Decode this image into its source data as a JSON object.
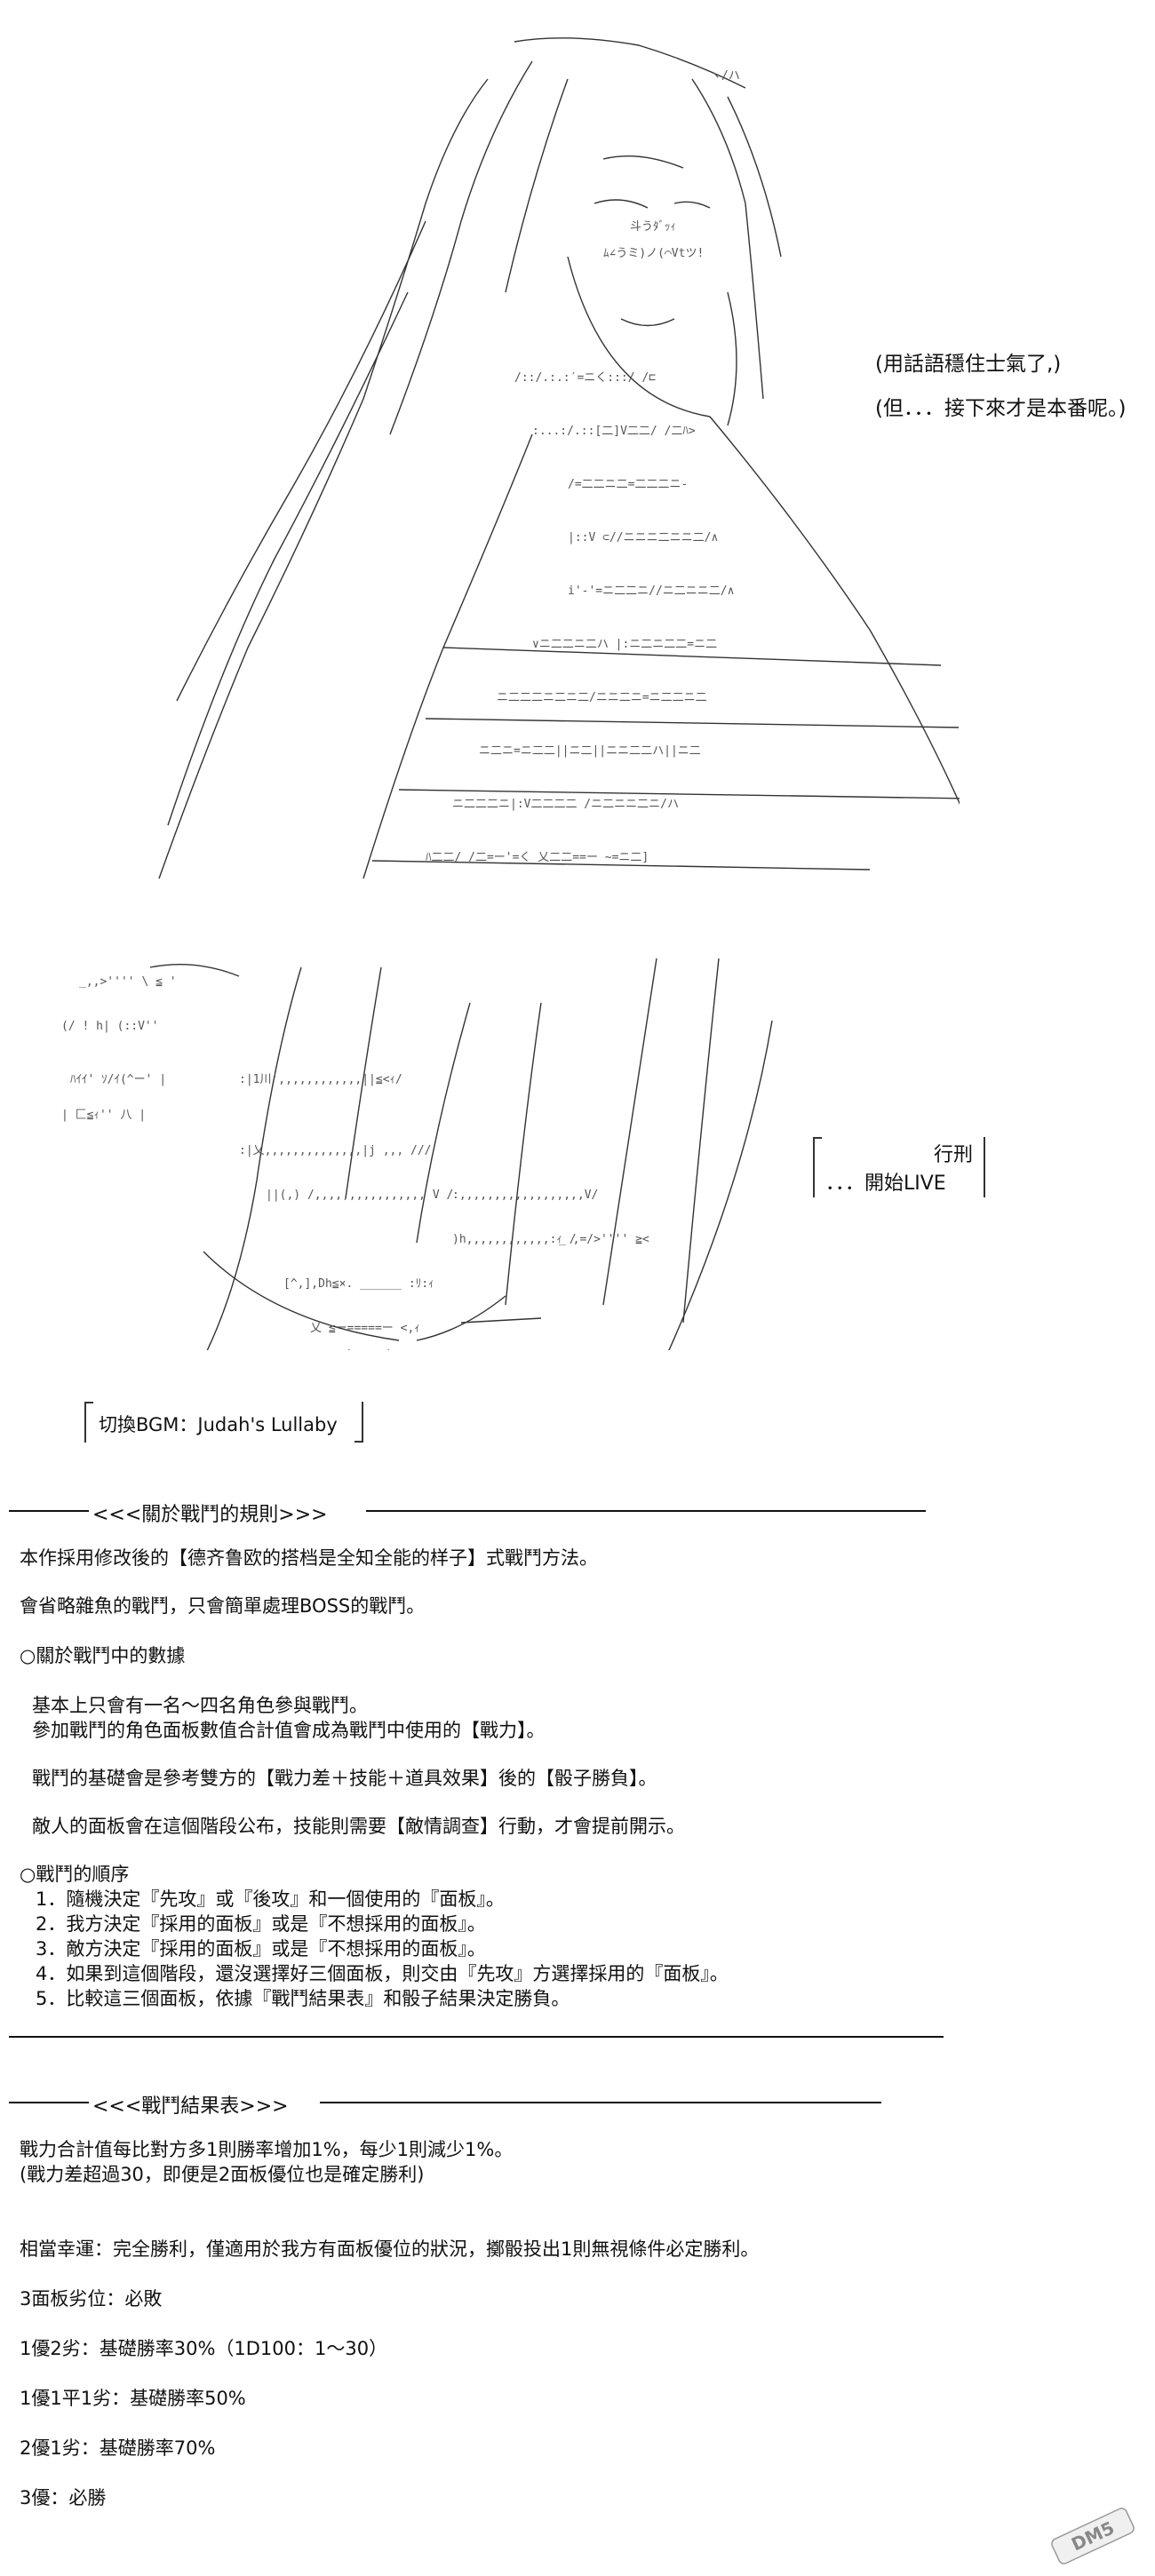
{
  "scene1": {
    "note_1": "(用話語穩住士氣了,)",
    "note_2": "(但．．．接下來才是本番呢。)"
  },
  "scene2": {
    "box_line_1": "行刑",
    "box_line_2": "．．．開始LIVE"
  },
  "bgm_label": "切換BGM：Judah's Lullaby",
  "rules": {
    "heading": "<<<關於戰鬥的規則>>>",
    "intro": [
      "本作採用修改後的【德齐鲁欧的搭档是全知全能的样子】式戰鬥方法。",
      "會省略雜魚的戰鬥，只會簡單處理BOSS的戰鬥。"
    ],
    "numbers_title": "○關於戰鬥中的數據",
    "numbers": [
      "基本上只會有一名～四名角色參與戰鬥。",
      "參加戰鬥的角色面板數值合計值會成為戰鬥中使用的【戰力】。",
      "戰鬥的基礎會是參考雙方的【戰力差＋技能＋道具效果】後的【骰子勝負】。",
      "敵人的面板會在這個階段公布，技能則需要【敵情調查】行動，才會提前開示。"
    ],
    "order_title": "○戰鬥的順序",
    "order": [
      "1．隨機決定『先攻』或『後攻』和一個使用的『面板』。",
      "2．我方決定『採用的面板』或是『不想採用的面板』。",
      "3．敵方決定『採用的面板』或是『不想採用的面板』。",
      "4．如果到這個階段，還沒選擇好三個面板，則交由『先攻』方選擇採用的『面板』。",
      "5．比較這三個面板，依據『戰鬥結果表』和骰子結果決定勝負。"
    ]
  },
  "results": {
    "heading": "<<<戰鬥結果表>>>",
    "lines": [
      "戰力合計值每比對方多1則勝率增加1%，每少1則減少1%。",
      "(戰力差超過30，即便是2面板優位也是確定勝利)",
      "相當幸運：完全勝利，僅適用於我方有面板優位的狀況，擲骰投出1則無視條件必定勝利。",
      "3面板劣位：必敗",
      "1優2劣：基礎勝率30%（1D100：1～30）",
      "1優1平1劣：基礎勝率50%",
      "2優1劣：基礎勝率70%",
      "3優：必勝"
    ]
  },
  "watermark": "DM5"
}
